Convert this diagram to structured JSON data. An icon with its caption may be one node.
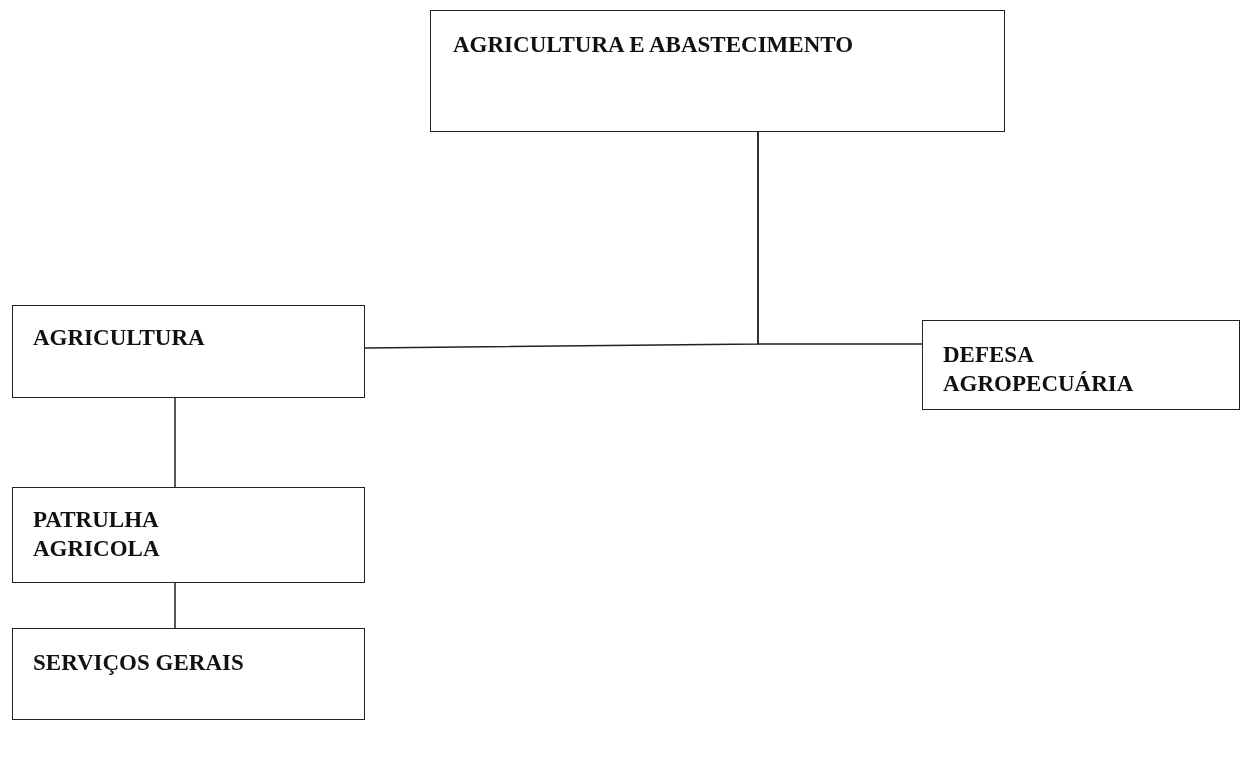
{
  "diagram": {
    "nodes": [
      {
        "text": [
          "AGRICULTURA E ABASTECIMENTO"
        ]
      },
      {
        "text": [
          "AGRICULTURA"
        ]
      },
      {
        "text": [
          "DEFESA AGROPECUÁRIA"
        ]
      },
      {
        "text": [
          "PATRULHA AGRICOLA"
        ]
      },
      {
        "text": [
          "SERVIÇOS GERAIS"
        ]
      }
    ],
    "edges": [
      {
        "from": 0,
        "to": 1,
        "arrow": "none"
      },
      {
        "from": 0,
        "to": 2,
        "arrow": "none"
      },
      {
        "from": 1,
        "to": 3,
        "arrow": "none"
      },
      {
        "from": 3,
        "to": 4,
        "arrow": "none"
      }
    ]
  }
}
